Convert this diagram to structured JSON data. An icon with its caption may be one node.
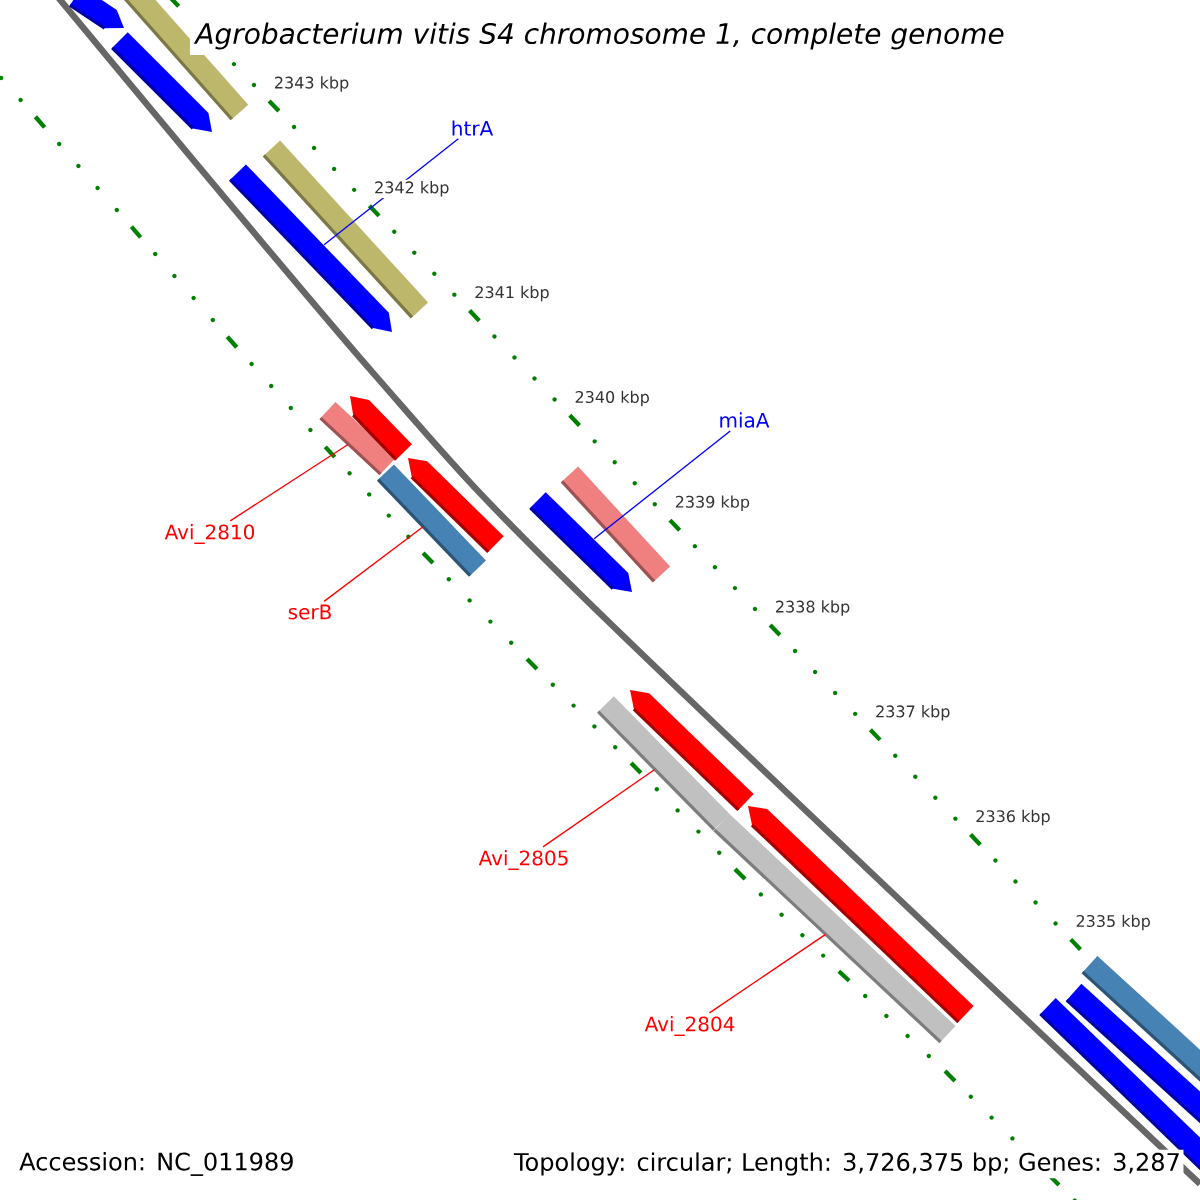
{
  "diagram": {
    "title": "Agrobacterium vitis S4 chromosome 1, complete genome",
    "nodes": [
      {
        "text": [
          "htrA"
        ]
      },
      {
        "text": [
          "miaA"
        ]
      },
      {
        "text": [
          "Avi_2810"
        ]
      },
      {
        "text": [
          "serB"
        ]
      },
      {
        "text": [
          "Avi_2805"
        ]
      },
      {
        "text": [
          "Avi_2804"
        ]
      },
      {
        "text": [],
        "shape": "bar"
      },
      {
        "text": [],
        "shape": "bar"
      },
      {
        "text": [],
        "shape": "bar"
      },
      {
        "text": [],
        "shape": "bar"
      },
      {
        "text": [],
        "shape": "bar"
      },
      {
        "text": [],
        "shape": "bar"
      },
      {
        "text": [],
        "shape": "bar"
      },
      {
        "text": [],
        "shape": "bar"
      },
      {
        "text": [],
        "shape": "bar"
      },
      {
        "text": [],
        "shape": "bar"
      },
      {
        "text": [],
        "shape": "bar"
      },
      {
        "text": [],
        "shape": "bar"
      },
      {
        "text": [],
        "shape": "bar"
      },
      {
        "text": [],
        "shape": "bar"
      },
      {
        "text": [],
        "shape": "bar"
      },
      {
        "text": [],
        "shape": "bar"
      },
      {
        "text": [],
        "shape": "bar"
      },
      {
        "text": [],
        "shape": "bar"
      }
    ],
    "edges": [
      {
        "from": 0,
        "to": 10,
        "arrow": "none",
        "color": "#0000ff"
      },
      {
        "from": 1,
        "to": 16,
        "arrow": "none",
        "color": "#0000ff"
      },
      {
        "from": 2,
        "to": 12,
        "arrow": "none"
      },
      {
        "from": 3,
        "to": 14,
        "arrow": "none"
      },
      {
        "from": 4,
        "to": 18,
        "arrow": "none"
      },
      {
        "from": 5,
        "to": 20,
        "arrow": "none"
      }
    ],
    "labels": [
      "2343 kbp",
      "2342 kbp",
      "2341 kbp",
      "2340 kbp",
      "2339 kbp",
      "2338 kbp",
      "2337 kbp",
      "2336 kbp",
      "2335 kbp",
      "Accession: NC_011989",
      "Topology: circular; Length: 3,726,375 bp; Genes: 3,287"
    ]
  }
}
